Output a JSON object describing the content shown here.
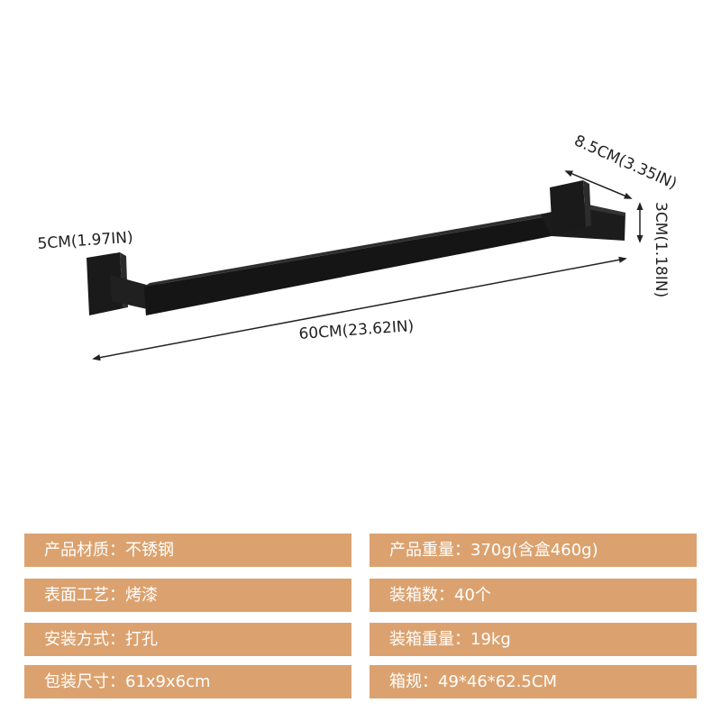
{
  "dimensions": {
    "mount_width": "5CM(1.97IN)",
    "length": "60CM(23.62IN)",
    "depth": "8.5CM(3.35IN)",
    "height": "3CM(1.18IN)"
  },
  "specs": {
    "material": "产品材质：不锈钢",
    "finish": "表面工艺：烤漆",
    "installation": "安装方式：打孔",
    "package_size": "包装尺寸：61x9x6cm",
    "weight": "产品重量：370g(含盒460g)",
    "carton_qty": "装箱数：40个",
    "carton_weight": "装箱重量：19kg",
    "carton_size": "箱规：49*46*62.5CM"
  },
  "colors": {
    "product": "#141414",
    "spec_background": "#dba26f",
    "spec_text": "#ffffff"
  }
}
